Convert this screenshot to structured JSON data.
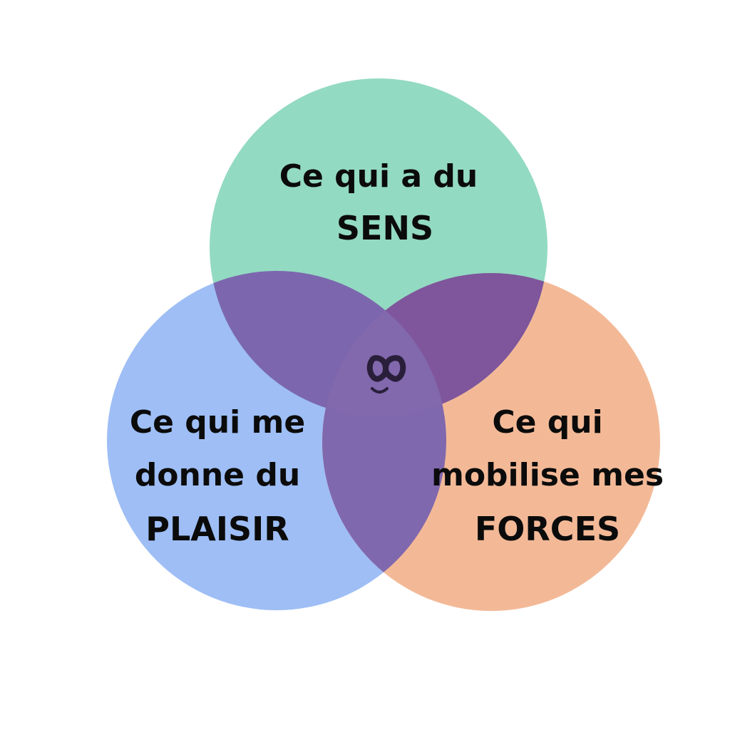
{
  "colors": {
    "background": "#ffffff",
    "circle_sens": "#93dac2",
    "circle_plaisir": "#9ebef5",
    "circle_forces": "#f3b997",
    "overlap_sens_plaisir": "#7c67ae",
    "overlap_sens_forces": "#7f559b",
    "overlap_plaisir_forces": "#8068ae",
    "center_region": "#8268ad",
    "icon": "#2a1f3a"
  },
  "circles": {
    "sens": {
      "line1": "Ce qui a du",
      "line2": "SENS"
    },
    "plaisir": {
      "line1": "Ce qui me",
      "line2": "donne du",
      "line3": "PLAISIR"
    },
    "forces": {
      "line1": "Ce qui",
      "line2": "mobilise mes",
      "line3": "FORCES"
    }
  },
  "center": {
    "icon": "infinity-smile-icon"
  }
}
